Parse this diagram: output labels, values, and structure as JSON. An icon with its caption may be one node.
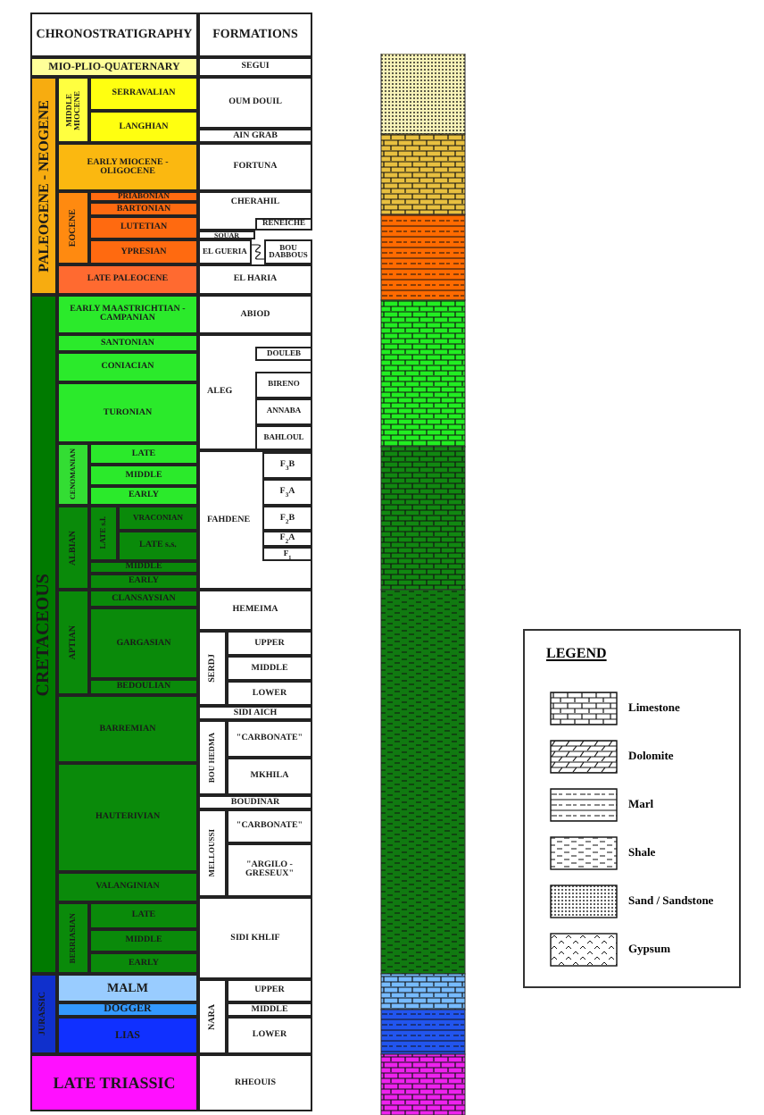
{
  "diagram": {
    "nodes": [
      {
        "text": [
          "CHRONOSTRATIGRAPHY"
        ]
      },
      {
        "text": [
          "FORMATIONS"
        ]
      },
      {
        "text": [
          "MIO-PLIO-QUATERNARY"
        ]
      },
      {
        "text": [
          "SEGUI"
        ]
      },
      {
        "text": [
          "PALEOGENE - NEOGENE"
        ]
      },
      {
        "text": [
          "MIDDLE MIOCENE"
        ]
      },
      {
        "text": [
          "SERRAVALIAN"
        ]
      },
      {
        "text": [
          "LANGHIAN"
        ]
      },
      {
        "text": [
          "OUM DOUIL"
        ]
      },
      {
        "text": [
          "AIN GRAB"
        ]
      },
      {
        "text": [
          "EARLY MIOCENE - OLIGOCENE"
        ]
      },
      {
        "text": [
          "FORTUNA"
        ]
      },
      {
        "text": [
          "EOCENE"
        ]
      },
      {
        "text": [
          "PRIABONIAN"
        ]
      },
      {
        "text": [
          "BARTONIAN"
        ]
      },
      {
        "text": [
          "LUTETIAN"
        ]
      },
      {
        "text": [
          "YPRESIAN"
        ]
      },
      {
        "text": [
          "CHERAHIL"
        ]
      },
      {
        "text": [
          "RENEICHE"
        ],
        "in": 17
      },
      {
        "text": [
          "SOUAR"
        ]
      },
      {
        "text": [
          "EL GUERIA"
        ]
      },
      {
        "text": [
          "BOU DABBOUS"
        ]
      },
      {
        "text": [
          "LATE PALEOCENE"
        ]
      },
      {
        "text": [
          "EL HARIA"
        ]
      },
      {
        "text": [
          "CRETACEOUS"
        ]
      },
      {
        "text": [
          "EARLY MAASTRICHTIAN - CAMPANIAN"
        ]
      },
      {
        "text": [
          "ABIOD"
        ]
      },
      {
        "text": [
          "SANTONIAN"
        ]
      },
      {
        "text": [
          "CONIACIAN"
        ]
      },
      {
        "text": [
          "TURONIAN"
        ]
      },
      {
        "text": [
          "ALEG"
        ]
      },
      {
        "text": [
          "DOULEB"
        ],
        "in": 30
      },
      {
        "text": [
          "BIRENO"
        ],
        "in": 30
      },
      {
        "text": [
          "ANNABA"
        ],
        "in": 30
      },
      {
        "text": [
          "BAHLOUL"
        ],
        "in": 30
      },
      {
        "text": [
          "CENOMANIAN"
        ]
      },
      {
        "text": [
          "LATE"
        ]
      },
      {
        "text": [
          "MIDDLE"
        ]
      },
      {
        "text": [
          "EARLY"
        ]
      },
      {
        "text": [
          "FAHDENE"
        ]
      },
      {
        "text": [
          "F$_{3}$B"
        ],
        "in": 39
      },
      {
        "text": [
          "F$_{3}$A"
        ],
        "in": 39
      },
      {
        "text": [
          "F$_{2}$B"
        ],
        "in": 39
      },
      {
        "text": [
          "F$_{2}$A"
        ],
        "in": 39
      },
      {
        "text": [
          "F$_{1}$"
        ],
        "in": 39
      },
      {
        "text": [
          "ALBIAN"
        ]
      },
      {
        "text": [
          "LATE s.l."
        ]
      },
      {
        "text": [
          "VRACONIAN"
        ]
      },
      {
        "text": [
          "LATE s.s."
        ]
      },
      {
        "text": [
          "MIDDLE"
        ]
      },
      {
        "text": [
          "EARLY"
        ]
      },
      {
        "text": [
          "APTIAN"
        ]
      },
      {
        "text": [
          "CLANSAYSIAN"
        ]
      },
      {
        "text": [
          "GARGASIAN"
        ]
      },
      {
        "text": [
          "BEDOULIAN"
        ]
      },
      {
        "text": [
          "HEMEIMA"
        ]
      },
      {
        "text": [
          "SERDJ"
        ]
      },
      {
        "text": [
          "UPPER"
        ]
      },
      {
        "text": [
          "MIDDLE"
        ]
      },
      {
        "text": [
          "LOWER"
        ]
      },
      {
        "text": [
          "BARREMIAN"
        ]
      },
      {
        "text": [
          "SIDI AICH"
        ]
      },
      {
        "text": [
          "BOU HEDMA"
        ]
      },
      {
        "text": [
          "\"CARBONATE\""
        ]
      },
      {
        "text": [
          "MKHILA"
        ]
      },
      {
        "text": [
          "BOUDINAR"
        ]
      },
      {
        "text": [
          "HAUTERIVIAN"
        ]
      },
      {
        "text": [
          "MELLOUSSI"
        ]
      },
      {
        "text": [
          "\"CARBONATE\""
        ]
      },
      {
        "text": [
          "\"ARGILO - GRESEUX\""
        ]
      },
      {
        "text": [
          "VALANGINIAN"
        ]
      },
      {
        "text": [
          "BERRIASIAN"
        ]
      },
      {
        "text": [
          "LATE"
        ]
      },
      {
        "text": [
          "MIDDLE"
        ]
      },
      {
        "text": [
          "EARLY"
        ]
      },
      {
        "text": [
          "SIDI KHLIF"
        ]
      },
      {
        "text": [
          "JURASSIC"
        ]
      },
      {
        "text": [
          "MALM"
        ]
      },
      {
        "text": [
          "DOGGER"
        ]
      },
      {
        "text": [
          "LIAS"
        ]
      },
      {
        "text": [
          "NARA"
        ]
      },
      {
        "text": [
          "UPPER"
        ]
      },
      {
        "text": [
          "MIDDLE"
        ]
      },
      {
        "text": [
          "LOWER"
        ]
      },
      {
        "text": [
          "LATE TRIASSIC"
        ]
      },
      {
        "text": [
          "RHEOUIS"
        ]
      }
    ],
    "edges": [
      {
        "from": 20,
        "to": 21,
        "arrow": "none"
      }
    ],
    "labels": [
      "LEGEND"
    ],
    "legend": [
      {
        "text": "Limestone"
      },
      {
        "text": "Dolomite"
      },
      {
        "text": "Marl"
      },
      {
        "text": "Shale"
      },
      {
        "text": "Sand / Sandstone"
      },
      {
        "text": "Gypsum"
      }
    ]
  }
}
